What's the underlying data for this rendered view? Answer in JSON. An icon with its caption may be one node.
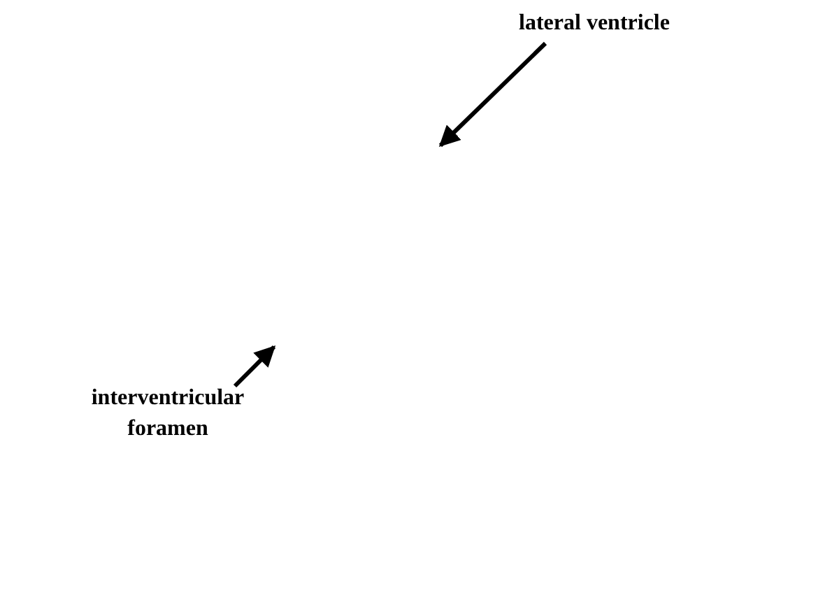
{
  "diagram": {
    "nodes": [
      {
        "text": [
          "lateral ventricle"
        ]
      },
      {
        "text": [
          "interventricular foramen"
        ]
      }
    ],
    "edges": [
      {
        "from": 0,
        "to": null,
        "arrow": "to"
      },
      {
        "from": 1,
        "to": null,
        "arrow": "to"
      }
    ]
  }
}
